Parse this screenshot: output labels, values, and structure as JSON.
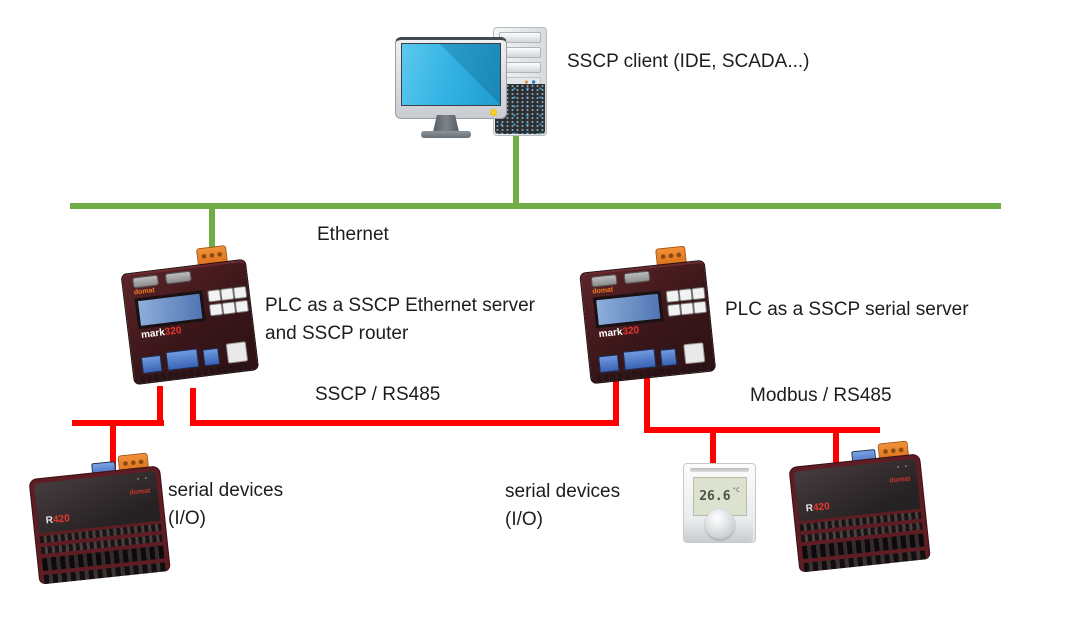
{
  "colors": {
    "ethernet_line": "#70AD47",
    "serial_line": "#FF0000",
    "text": "#1D1D1D"
  },
  "labels": {
    "sscp_client": "SSCP client (IDE, SCADA...)",
    "ethernet": "Ethernet",
    "plc1": {
      "line1": "PLC as a SSCP Ethernet server",
      "line2": "and SSCP router"
    },
    "plc2": "PLC as a SSCP serial server",
    "sscp_bus": "SSCP / RS485",
    "modbus_bus": "Modbus / RS485",
    "serial_left": {
      "line1": "serial devices",
      "line2": "(I/O)"
    },
    "serial_mid": {
      "line1": "serial devices",
      "line2": "(I/O)"
    }
  },
  "devices": {
    "plc": {
      "brand": "domat",
      "model_prefix": "mark",
      "model_suffix": "320"
    },
    "io": {
      "brand": "domat",
      "model_prefix": "R",
      "model_suffix": "420"
    },
    "thermostat": {
      "reading": "26.6",
      "unit": "°C"
    }
  }
}
